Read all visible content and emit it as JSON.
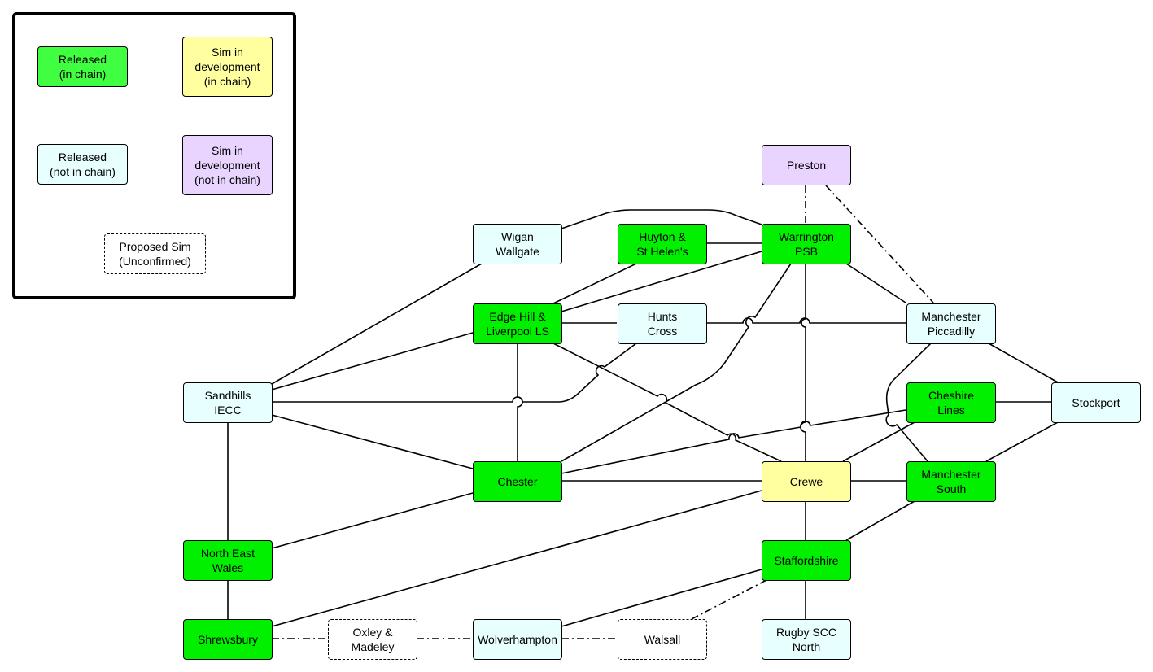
{
  "legend": {
    "released_in_chain": "Released\n(in chain)",
    "dev_in_chain": "Sim in\ndevelopment\n(in chain)",
    "released_not_in_chain": "Released\n(not in chain)",
    "dev_not_in_chain": "Sim in\ndevelopment\n(not in chain)",
    "proposed": "Proposed Sim\n(Unconfirmed)"
  },
  "colors": {
    "released_in_chain": "#00f000",
    "released_not_in_chain": "#e8ffff",
    "dev_in_chain": "#ffffa0",
    "dev_not_in_chain": "#e8d4ff",
    "proposed": "#ffffff"
  },
  "nodes": {
    "preston": "Preston",
    "wigan": "Wigan\nWallgate",
    "huyton": "Huyton &\nSt Helen's",
    "warrington": "Warrington\nPSB",
    "edgehill": "Edge Hill &\nLiverpool LS",
    "hunts": "Hunts\nCross",
    "manpicc": "Manchester\nPiccadilly",
    "sandhills": "Sandhills\nIECC",
    "cheshire": "Cheshire\nLines",
    "stockport": "Stockport",
    "chester": "Chester",
    "crewe": "Crewe",
    "mansouth": "Manchester\nSouth",
    "newales": "North East\nWales",
    "staffs": "Staffordshire",
    "shrewsbury": "Shrewsbury",
    "oxley": "Oxley &\nMadeley",
    "wolverhampton": "Wolverhampton",
    "walsall": "Walsall",
    "rugby": "Rugby SCC\nNorth"
  },
  "connections": [
    {
      "from": "huyton",
      "to": "warrington",
      "style": "solid"
    },
    {
      "from": "wigan",
      "to": "warrington",
      "style": "solid"
    },
    {
      "from": "wigan",
      "to": "sandhills",
      "style": "solid"
    },
    {
      "from": "huyton",
      "to": "edgehill",
      "style": "solid"
    },
    {
      "from": "edgehill",
      "to": "warrington",
      "style": "solid"
    },
    {
      "from": "edgehill",
      "to": "hunts",
      "style": "solid"
    },
    {
      "from": "hunts",
      "to": "manpicc",
      "style": "solid"
    },
    {
      "from": "warrington",
      "to": "manpicc",
      "style": "solid"
    },
    {
      "from": "warrington",
      "to": "crewe",
      "style": "solid"
    },
    {
      "from": "warrington",
      "to": "chester",
      "style": "solid"
    },
    {
      "from": "edgehill",
      "to": "sandhills",
      "style": "solid"
    },
    {
      "from": "edgehill",
      "to": "chester",
      "style": "solid"
    },
    {
      "from": "edgehill",
      "to": "crewe",
      "style": "solid"
    },
    {
      "from": "sandhills",
      "to": "hunts",
      "style": "solid"
    },
    {
      "from": "sandhills",
      "to": "chester",
      "style": "solid"
    },
    {
      "from": "sandhills",
      "to": "newales",
      "style": "solid"
    },
    {
      "from": "manpicc",
      "to": "stockport",
      "style": "solid"
    },
    {
      "from": "manpicc",
      "to": "mansouth",
      "style": "solid"
    },
    {
      "from": "cheshire",
      "to": "stockport",
      "style": "solid"
    },
    {
      "from": "cheshire",
      "to": "chester",
      "style": "solid"
    },
    {
      "from": "cheshire",
      "to": "crewe",
      "style": "solid"
    },
    {
      "from": "stockport",
      "to": "mansouth",
      "style": "solid"
    },
    {
      "from": "chester",
      "to": "crewe",
      "style": "solid"
    },
    {
      "from": "chester",
      "to": "newales",
      "style": "solid"
    },
    {
      "from": "crewe",
      "to": "mansouth",
      "style": "solid"
    },
    {
      "from": "crewe",
      "to": "staffs",
      "style": "solid"
    },
    {
      "from": "crewe",
      "to": "shrewsbury",
      "style": "solid"
    },
    {
      "from": "mansouth",
      "to": "staffs",
      "style": "solid"
    },
    {
      "from": "newales",
      "to": "shrewsbury",
      "style": "solid"
    },
    {
      "from": "staffs",
      "to": "wolverhampton",
      "style": "solid"
    },
    {
      "from": "staffs",
      "to": "rugby",
      "style": "solid"
    },
    {
      "from": "preston",
      "to": "warrington",
      "style": "dash-dot"
    },
    {
      "from": "preston",
      "to": "manpicc",
      "style": "dash-dot"
    },
    {
      "from": "shrewsbury",
      "to": "oxley",
      "style": "dash-dot"
    },
    {
      "from": "oxley",
      "to": "wolverhampton",
      "style": "dash-dot"
    },
    {
      "from": "wolverhampton",
      "to": "walsall",
      "style": "dash-dot"
    },
    {
      "from": "walsall",
      "to": "staffs",
      "style": "dash-dot"
    }
  ]
}
